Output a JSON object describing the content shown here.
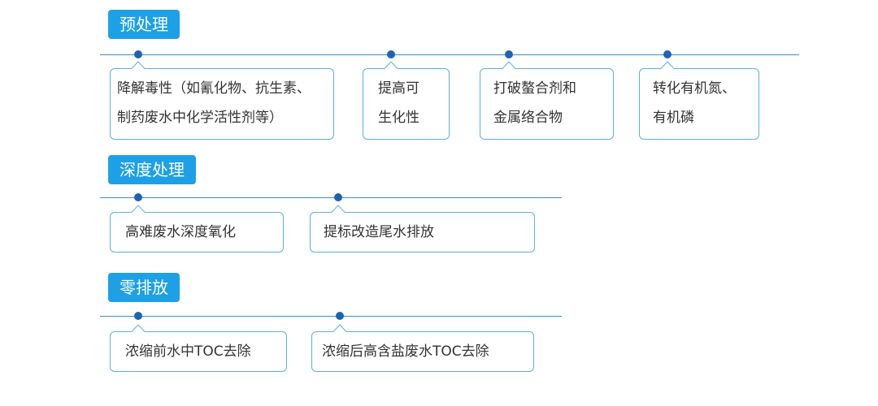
{
  "sections": [
    {
      "title": "预处理",
      "items": [
        {
          "lines": [
            "降解毒性（如氰化物、抗生素、",
            "制药废水中化学活性剂等）"
          ]
        },
        {
          "lines": [
            "提高可",
            "生化性"
          ]
        },
        {
          "lines": [
            "打破螯合剂和",
            "金属络合物"
          ]
        },
        {
          "lines": [
            "转化有机氮、",
            "有机磷"
          ]
        }
      ]
    },
    {
      "title": "深度处理",
      "items": [
        {
          "lines": [
            "高难废水深度氧化"
          ]
        },
        {
          "lines": [
            "提标改造尾水排放"
          ]
        }
      ]
    },
    {
      "title": "零排放",
      "items": [
        {
          "lines": [
            "浓缩前水中TOC去除"
          ]
        },
        {
          "lines": [
            "浓缩后高含盐废水TOC去除"
          ]
        }
      ]
    }
  ],
  "colors": {
    "title_bg": "#1ea0e6",
    "timeline": "#3a8fd0",
    "dot": "#1d63b5",
    "callout_border": "#5aaee8"
  }
}
